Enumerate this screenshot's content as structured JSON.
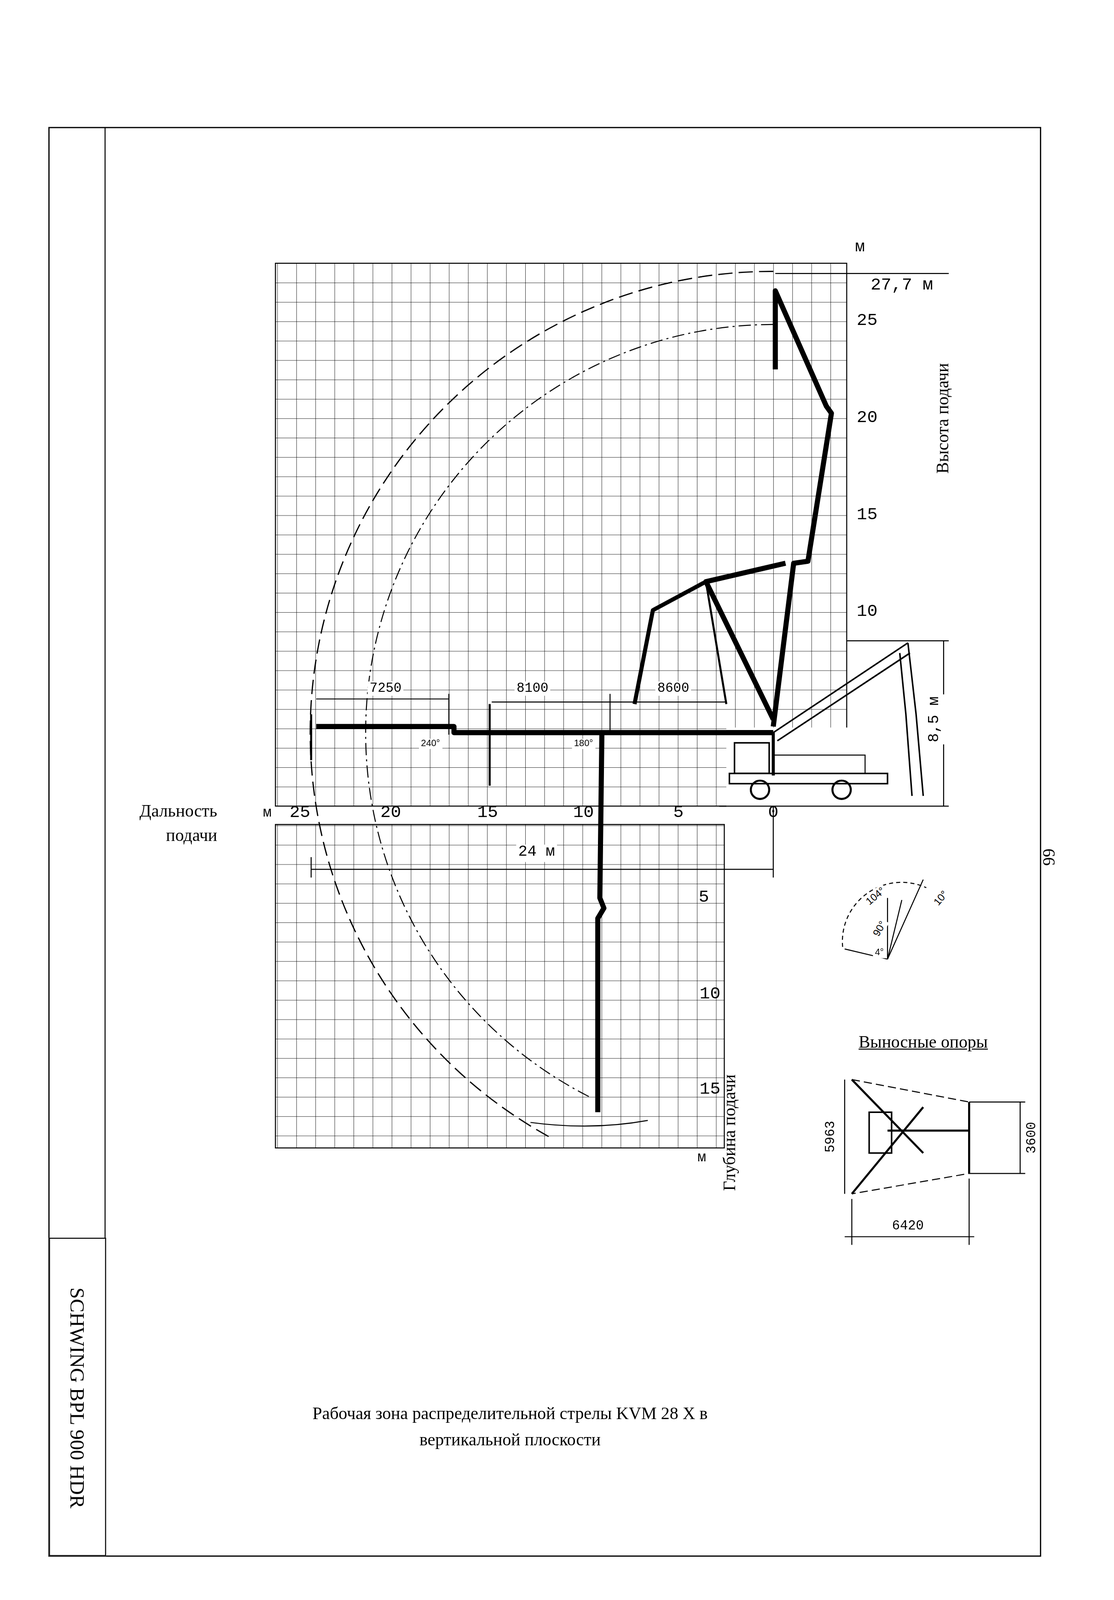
{
  "diagram": {
    "caption": "Рабочая зона распределительной стрелы KVM 28 X в вертикальной плоскости",
    "nodes": [
      {
        "text": [
          "SCHWING BPL 900 HDR"
        ]
      }
    ],
    "labels": [
      "м",
      "27,7 м",
      "25",
      "20",
      "15",
      "10",
      "Высота подачи",
      "7250",
      "8100",
      "8600",
      "240°",
      "180°",
      "8,5 м",
      "Дальность подачи",
      "м",
      "25",
      "20",
      "15",
      "10",
      "5",
      "0",
      "24 м",
      "5",
      "10",
      "15",
      "м",
      "Глубина подачи",
      "104°",
      "90°",
      "10°",
      "4°",
      "Выносные опоры",
      "5963",
      "3600",
      "6420",
      "66"
    ]
  }
}
